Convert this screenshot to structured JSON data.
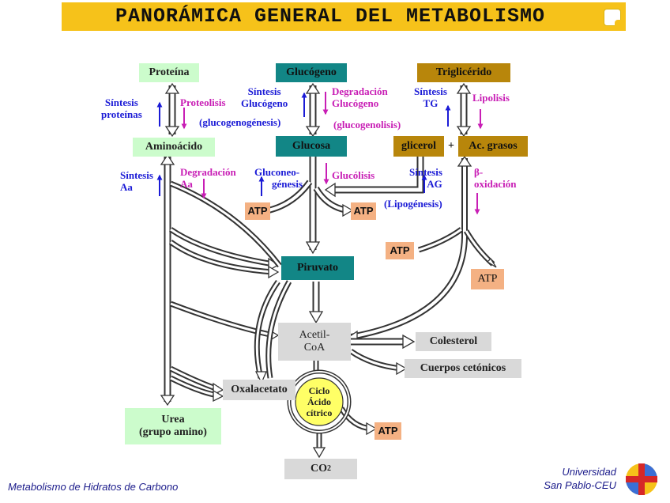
{
  "title": "PANORÁMICA GENERAL DEL METABOLISMO",
  "colors": {
    "banner": "#f6c21a",
    "teal": "#128686",
    "ochre": "#b8860b",
    "mint": "#ccfccc",
    "salmon": "#f4b183",
    "gray": "#d9d9d9",
    "blue": "#1b1bd6",
    "magenta": "#c81eb5",
    "yellow": "#ffff66"
  },
  "boxes": {
    "proteina": "Proteína",
    "glucogeno": "Glucógeno",
    "trigliceride": "Triglicérido",
    "aminoacido": "Aminoácido",
    "glucosa": "Glucosa",
    "glicerol": "glicerol",
    "plus": "+",
    "acgrasos": "Ac. grasos",
    "piruvato": "Piruvato",
    "acetil_1": "Acetil-",
    "acetil_2": "CoA",
    "colesterol": "Colesterol",
    "cuerpos": "Cuerpos cetónicos",
    "oxalacetato": "Oxalacetato",
    "ciclo_1": "Ciclo",
    "ciclo_2": "Ácido",
    "ciclo_3": "cítrico",
    "urea_1": "Urea",
    "urea_2": "(grupo amino)",
    "co2": "CO",
    "co2_sub": "2",
    "atp": "ATP"
  },
  "labels": {
    "sintesis_prot_1": "Síntesis",
    "sintesis_prot_2": "proteínas",
    "proteolisis": "Proteolisis",
    "sintesis_gluc_1": "Síntesis",
    "sintesis_gluc_2": "Glucógeno",
    "glucogenogenesis": "(glucogenogénesis)",
    "degradacion_gluc_1": "Degradación",
    "degradacion_gluc_2": "Glucógeno",
    "glucogenolisis": "(glucogenolisis)",
    "sintesis_tg_1": "Síntesis",
    "sintesis_tg_2": "TG",
    "lipolisis": "Lipolisis",
    "sintesis_aa_1": "Síntesis",
    "sintesis_aa_2": "Aa",
    "degradacion_aa_1": "Degradación",
    "degradacion_aa_2": "Aa",
    "gluconeo_1": "Gluconeo-",
    "gluconeo_2": "génesis",
    "glucolisis": "Glucólisis",
    "sintesis_ag_1": "Síntesis",
    "sintesis_ag_2": "AG",
    "lipogenesis": "(Lipogénesis)",
    "beta_1": "β-",
    "beta_2": "oxidación"
  },
  "footer": {
    "left": "Metabolismo de Hidratos de Carbono",
    "right_1": "Universidad",
    "right_2": "San Pablo-CEU"
  }
}
